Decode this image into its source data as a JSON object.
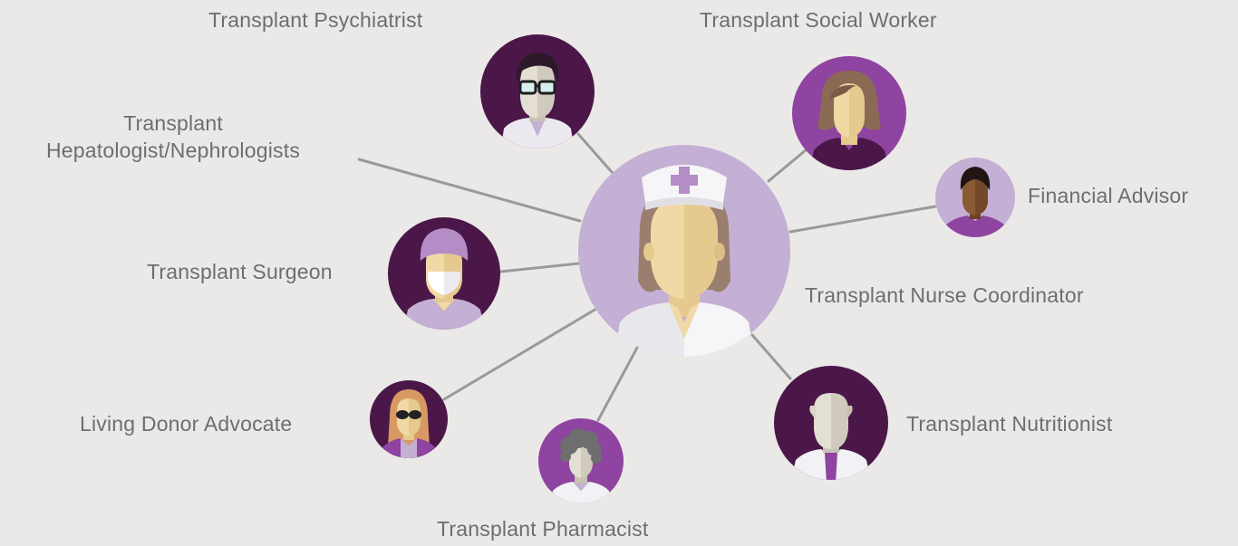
{
  "colors": {
    "background": "#ebe9e7",
    "dark_purple": "#4a1748",
    "mid_purple": "#8e44a0",
    "lavender": "#c4b0d4",
    "connector": "#9a9a9a",
    "label": "#6e6e6e",
    "skin_light": "#f1d9a6",
    "skin_shadow": "#e6c98e"
  },
  "diagram": {
    "center": {
      "label": "Transplant Nurse Coordinator",
      "icon": "nurse-icon"
    },
    "members": [
      {
        "key": "psychiatrist",
        "label": "Transplant Psychiatrist",
        "icon": "psychiatrist-icon"
      },
      {
        "key": "social_worker",
        "label": "Transplant Social Worker",
        "icon": "social-worker-icon"
      },
      {
        "key": "hepatologist",
        "label_line1": "Transplant",
        "label_line2": "Hepatologist/Nephrologists",
        "icon": "hepatologist-icon"
      },
      {
        "key": "financial_advisor",
        "label": "Financial Advisor",
        "icon": "financial-advisor-icon"
      },
      {
        "key": "surgeon",
        "label": "Transplant Surgeon",
        "icon": "surgeon-icon"
      },
      {
        "key": "donor_advocate",
        "label": "Living Donor Advocate",
        "icon": "donor-advocate-icon"
      },
      {
        "key": "pharmacist",
        "label": "Transplant Pharmacist",
        "icon": "pharmacist-icon"
      },
      {
        "key": "nutritionist",
        "label": "Transplant Nutritionist",
        "icon": "nutritionist-icon"
      }
    ]
  }
}
